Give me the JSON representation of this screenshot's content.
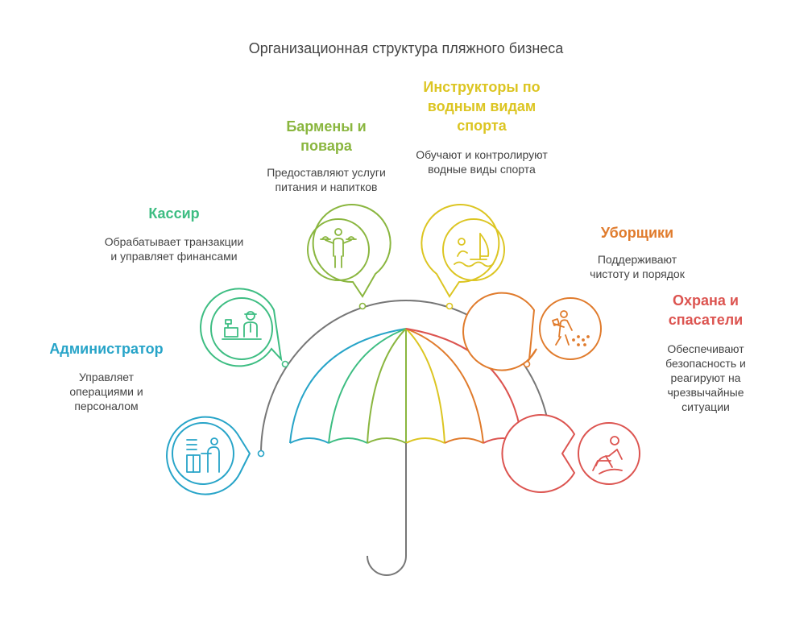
{
  "title": "Организационная структура пляжного бизнеса",
  "colors": {
    "admin": "#27a4c8",
    "cashier": "#3dbd82",
    "bartenders": "#8ab63f",
    "instructors": "#dcc522",
    "cleaners": "#e07b2c",
    "security": "#dc5450",
    "umbrella_frame": "#777777"
  },
  "roles": [
    {
      "id": "admin",
      "title": "Администратор",
      "description": "Управляет операциями и персоналом",
      "icon": "admin-desk-icon"
    },
    {
      "id": "cashier",
      "title": "Кассир",
      "description": "Обрабатывает транзакции и управляет финансами",
      "icon": "cash-register-icon"
    },
    {
      "id": "bartenders",
      "title": "Бармены и повара",
      "description": "Предоставляют услуги питания и напитков",
      "icon": "waiter-icon"
    },
    {
      "id": "instructors",
      "title": "Инструкторы по водным видам спорта",
      "description": "Обучают и контролируют водные виды спорта",
      "icon": "windsurf-icon"
    },
    {
      "id": "cleaners",
      "title": "Уборщики",
      "description": "Поддерживают чистоту и порядок",
      "icon": "cleaner-icon"
    },
    {
      "id": "security",
      "title": "Охрана и спасатели",
      "description": "Обеспечивают безопасность и реагируют на чрезвычайные ситуации",
      "icon": "lifeguard-icon"
    }
  ]
}
